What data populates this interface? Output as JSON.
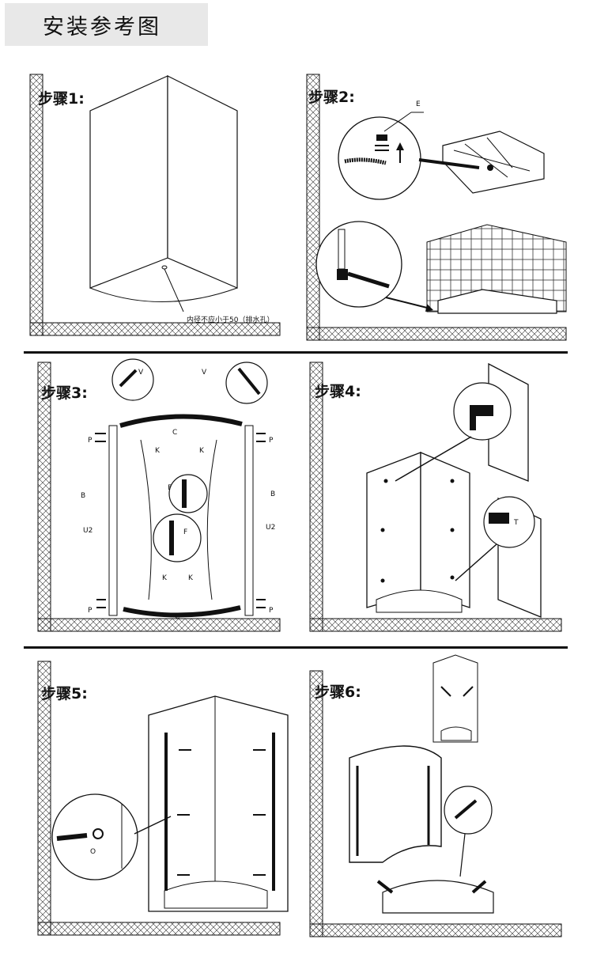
{
  "header": {
    "title": "安装参考图"
  },
  "steps": [
    {
      "label": "步骤1:",
      "annotation": "内径不应小于50（排水孔）"
    },
    {
      "label": "步骤2:",
      "callout": "E"
    },
    {
      "label": "步骤3:",
      "callouts": {
        "v": "V",
        "c": "C",
        "k": "K",
        "p": "P",
        "b": "B",
        "u2": "U2",
        "f": "F"
      }
    },
    {
      "label": "步骤4:",
      "callout": "T"
    },
    {
      "label": "步骤5:",
      "callout": "O"
    },
    {
      "label": "步骤6:"
    }
  ],
  "colors": {
    "line": "#111111",
    "header_bg": "#e8e8e8"
  }
}
